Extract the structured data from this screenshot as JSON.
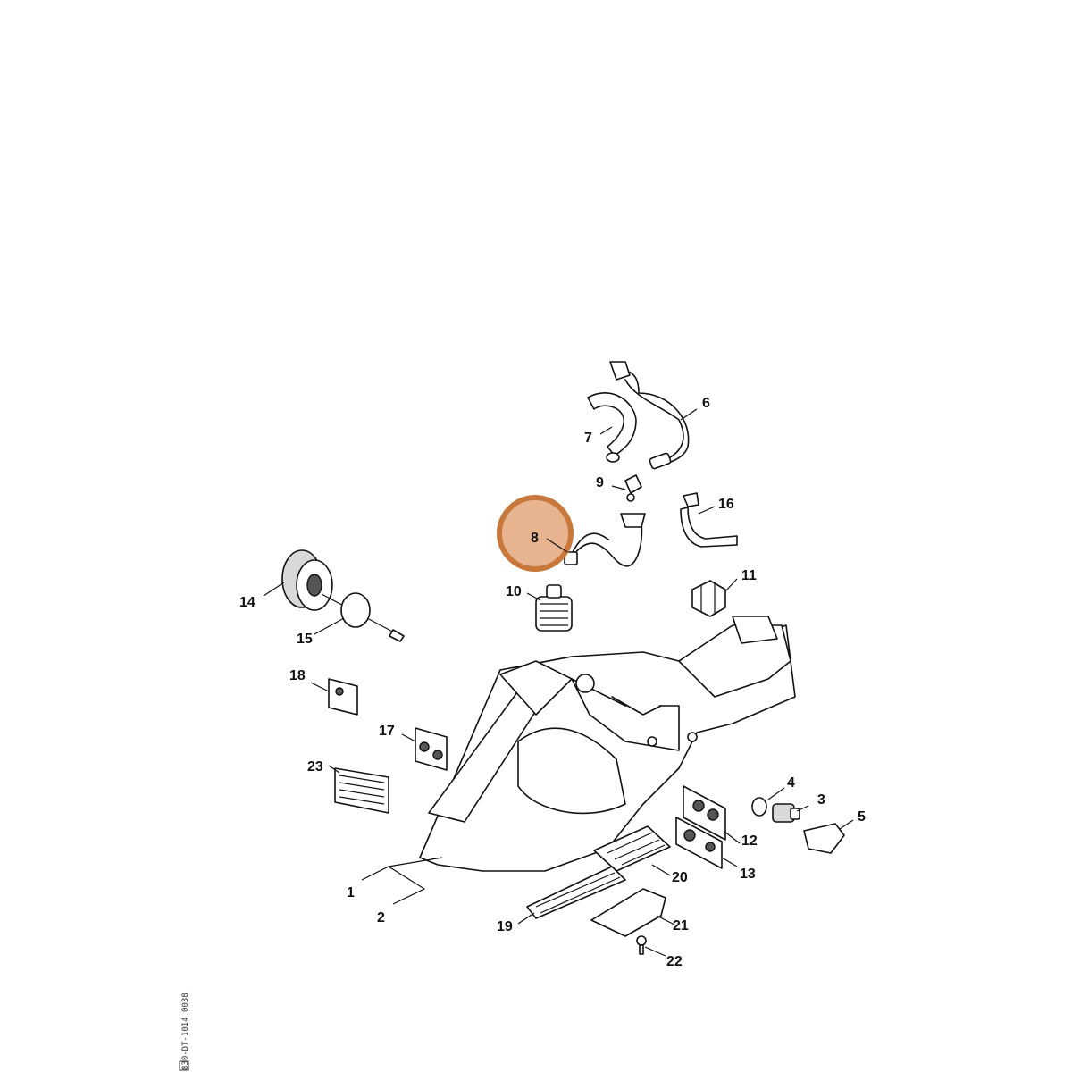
{
  "diagram": {
    "callouts": [
      {
        "id": "c1",
        "text": "1"
      },
      {
        "id": "c2",
        "text": "2"
      },
      {
        "id": "c3",
        "text": "3"
      },
      {
        "id": "c4",
        "text": "4"
      },
      {
        "id": "c5",
        "text": "5"
      },
      {
        "id": "c6",
        "text": "6"
      },
      {
        "id": "c7",
        "text": "7"
      },
      {
        "id": "c8",
        "text": "8"
      },
      {
        "id": "c9",
        "text": "9"
      },
      {
        "id": "c10",
        "text": "10"
      },
      {
        "id": "c11",
        "text": "11"
      },
      {
        "id": "c12",
        "text": "12"
      },
      {
        "id": "c13",
        "text": "13"
      },
      {
        "id": "c14",
        "text": "14"
      },
      {
        "id": "c15",
        "text": "15"
      },
      {
        "id": "c16",
        "text": "16"
      },
      {
        "id": "c17",
        "text": "17"
      },
      {
        "id": "c18",
        "text": "18"
      },
      {
        "id": "c19",
        "text": "19"
      },
      {
        "id": "c20",
        "text": "20"
      },
      {
        "id": "c21",
        "text": "21"
      },
      {
        "id": "c22",
        "text": "22"
      },
      {
        "id": "c23",
        "text": "23"
      }
    ],
    "highlighted_part": "8",
    "highlight_color": "#c8783a",
    "highlight_fill": "#e8b48f",
    "drawing_code": "830-DT-1014 0038"
  }
}
